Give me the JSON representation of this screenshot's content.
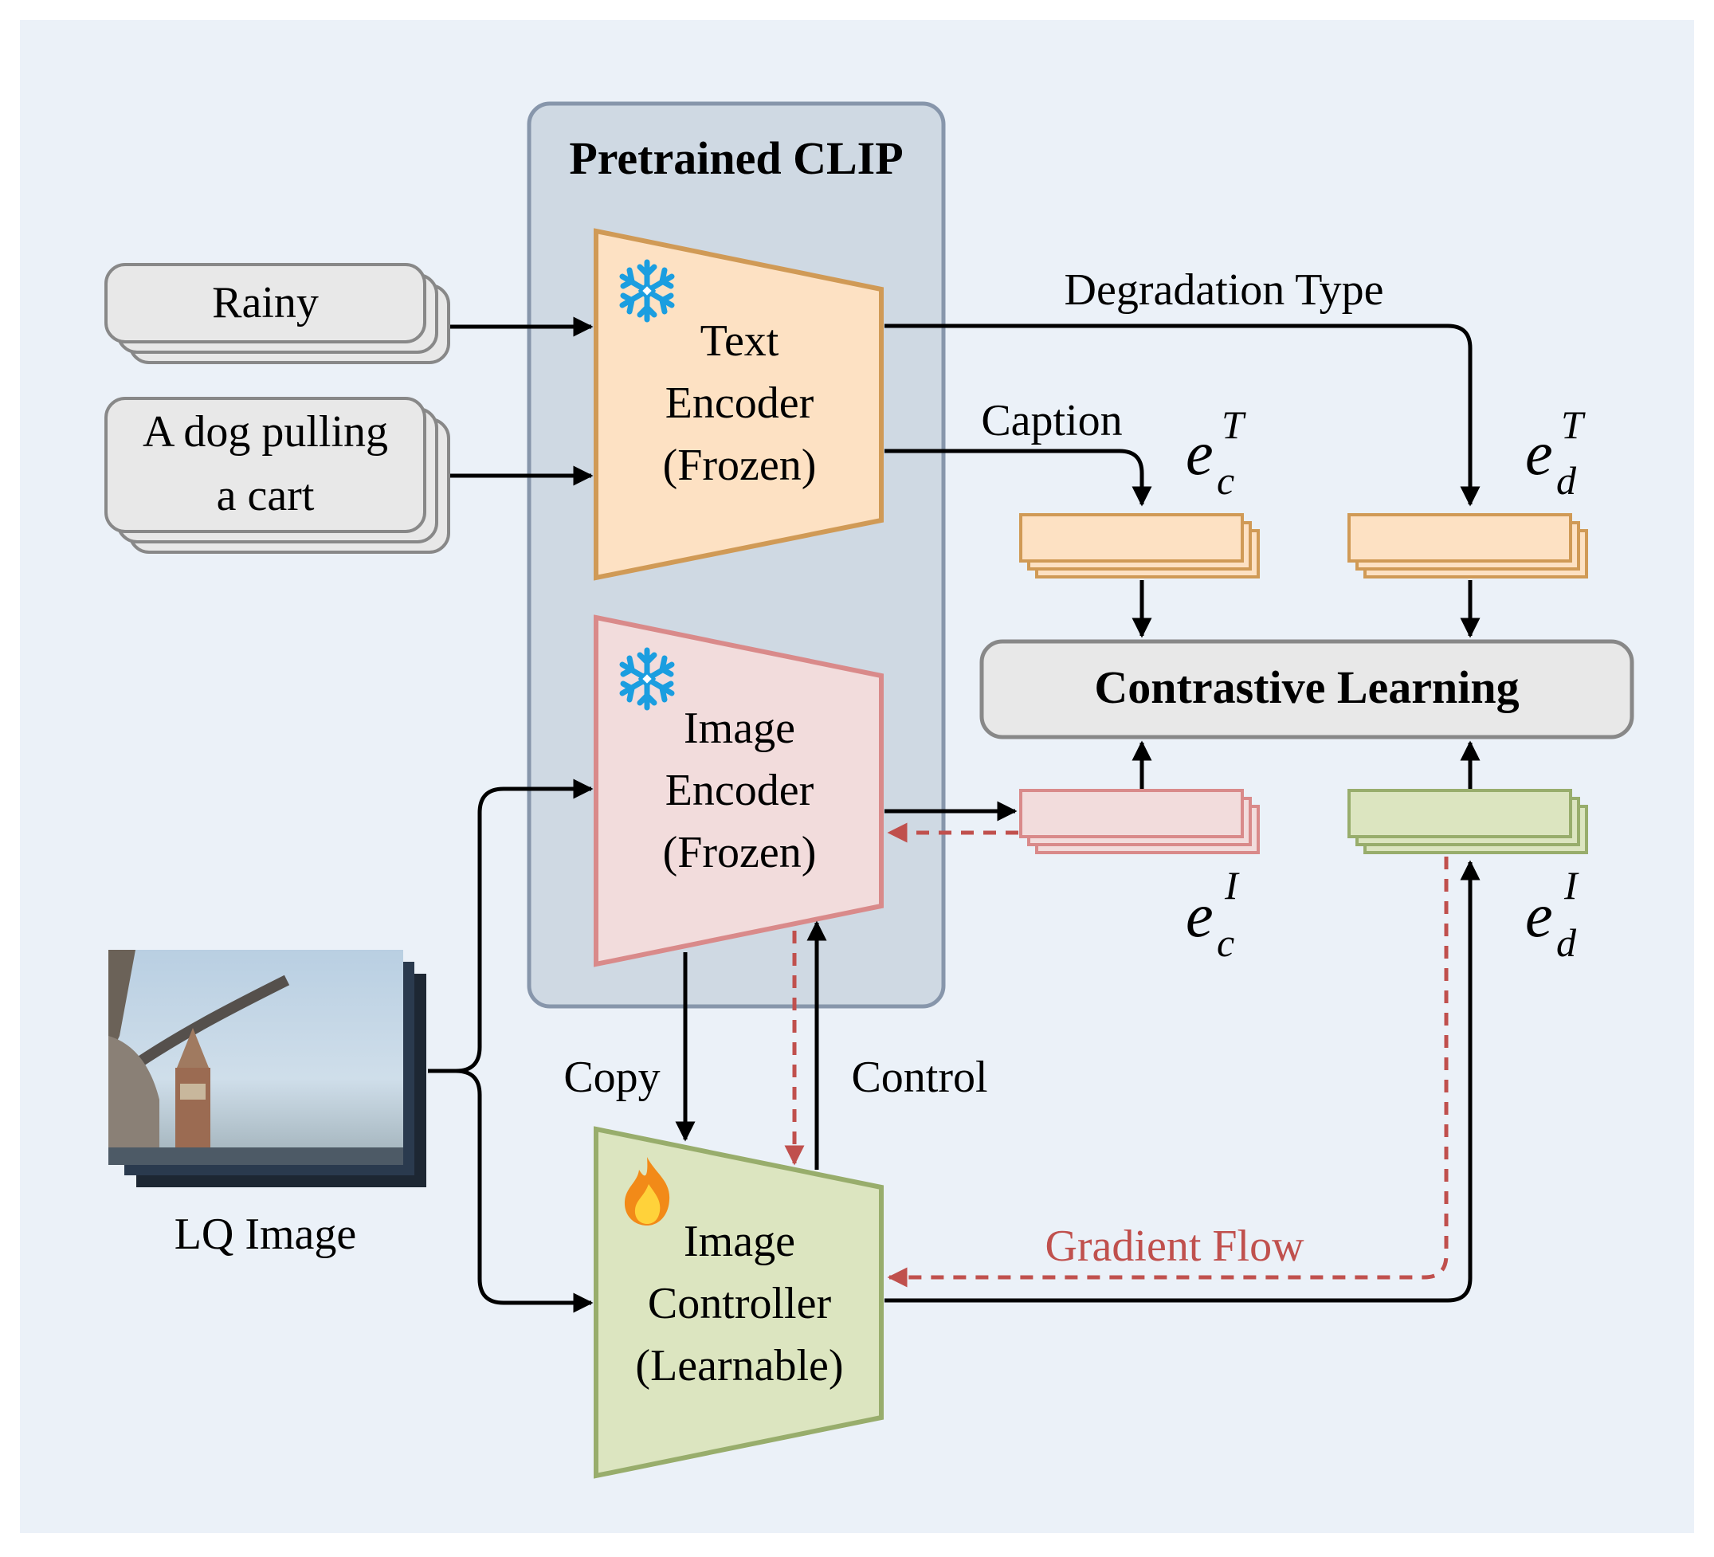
{
  "clip_panel": {
    "title": "Pretrained CLIP"
  },
  "inputs": {
    "prompt_1": "Rainy",
    "prompt_2_line1": "A dog pulling",
    "prompt_2_line2": "a cart",
    "image_label": "LQ Image"
  },
  "modules": {
    "text_encoder": [
      "Text",
      "Encoder",
      "(Frozen)"
    ],
    "image_encoder": [
      "Image",
      "Encoder",
      "(Frozen)"
    ],
    "image_controller": [
      "Image",
      "Controller",
      "(Learnable)"
    ]
  },
  "edges": {
    "degradation_type": "Degradation Type",
    "caption": "Caption",
    "copy": "Copy",
    "control": "Control",
    "gradient_flow": "Gradient Flow"
  },
  "contrastive": {
    "label": "Contrastive Learning"
  },
  "embeddings": {
    "e_c_T": {
      "base": "e",
      "sub": "c",
      "sup": "T"
    },
    "e_d_T": {
      "base": "e",
      "sub": "d",
      "sup": "T"
    },
    "e_c_I": {
      "base": "e",
      "sub": "c",
      "sup": "I"
    },
    "e_d_I": {
      "base": "e",
      "sub": "d",
      "sup": "I"
    }
  },
  "icons": {
    "frozen": "snowflake-icon",
    "learnable": "fire-icon"
  },
  "colors": {
    "background": "#ebf1f8",
    "clip_panel_fill": "#cfd9e3",
    "clip_panel_border": "#8796ab",
    "text_encoder_fill": "#fde1c3",
    "text_encoder_border": "#d09a56",
    "image_encoder_fill": "#f2dcdc",
    "image_encoder_border": "#d98a8a",
    "controller_fill": "#dce5c0",
    "controller_border": "#98ad6c",
    "gray_box_fill": "#e8e8e8",
    "gray_box_border": "#888888",
    "gradient_red": "#c0504d",
    "snowflake_blue": "#1b9ee0"
  }
}
